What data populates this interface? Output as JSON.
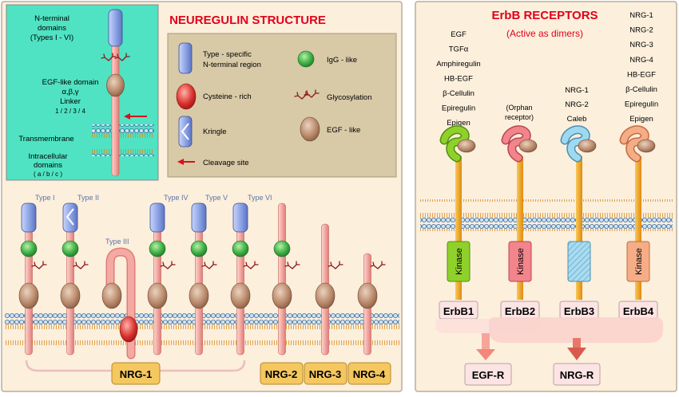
{
  "left_panel": {
    "title": "NEUREGULIN STRUCTURE",
    "diagram_labels": {
      "nterm_1": "N-terminal",
      "nterm_2": "domains",
      "nterm_3": "(Types I - VI)",
      "egf_1": "EGF-like domain",
      "egf_2": "α,β,γ",
      "linker_1": "Linker",
      "linker_2": "1 / 2 / 3 / 4",
      "transmembrane": "Transmembrane",
      "intra_1": "Intracellular",
      "intra_2": "domains",
      "intra_3": "( a / b / c )"
    },
    "legend": {
      "type_specific_1": "Type - specific",
      "type_specific_2": "N-terminal region",
      "igg": "IgG - like",
      "cysteine": "Cysteine - rich",
      "glyco": "Glycosylation",
      "kringle": "Kringle",
      "egf_like": "EGF - like",
      "cleavage": "Cleavage site"
    },
    "types": [
      "Type I",
      "Type II",
      "Type III",
      "Type IV",
      "Type V",
      "Type VI"
    ],
    "groups": [
      "NRG-1",
      "NRG-2",
      "NRG-3",
      "NRG-4"
    ]
  },
  "right_panel": {
    "title": "ErbB RECEPTORS",
    "subtitle": "(Active as dimers)",
    "ligands_erbb1": [
      "EGF",
      "TGFα",
      "Amphiregulin",
      "HB-EGF",
      "β-Cellulin",
      "Epiregulin",
      "Epigen"
    ],
    "ligands_erbb2": [
      "(Orphan",
      "receptor)"
    ],
    "ligands_erbb3": [
      "NRG-1",
      "NRG-2",
      "Caleb"
    ],
    "ligands_erbb4": [
      "NRG-1",
      "NRG-2",
      "NRG-3",
      "NRG-4",
      "HB-EGF",
      "β-Cellulin",
      "Epiregulin",
      "Epigen"
    ],
    "kinase_label": "Kinase",
    "receptors": [
      "ErbB1",
      "ErbB2",
      "ErbB3",
      "ErbB4"
    ],
    "dimers": [
      "EGF-R",
      "NRG-R"
    ]
  },
  "colors": {
    "panel_bg": "#fcefdc",
    "teal_box": "#4fe3c3",
    "legend_box": "#d8c9a7",
    "stalk": "#f4a9a3",
    "nterm_blue": "#8fa6e6",
    "igg_green": "#3fb046",
    "egf_brown": "#b9886a",
    "cys_red": "#d9302c",
    "glyco": "#8c1a1a",
    "erbb1": "#8fd12a",
    "erbb2": "#f2848c",
    "erbb3": "#9ed9f0",
    "erbb4": "#f4ad87",
    "nrg_box": "#f5c75f"
  }
}
